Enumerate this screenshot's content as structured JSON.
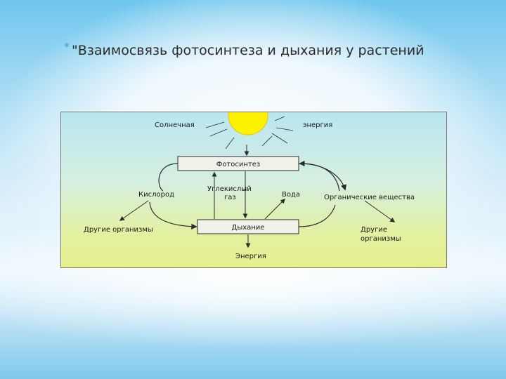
{
  "slide": {
    "bullet": "*",
    "title": "\"Взаимосвязь фотосинтеза и дыхания у растений"
  },
  "diagram": {
    "solar_energy_left": "Солнечная",
    "solar_energy_right": "энергия",
    "photosynthesis": "Фотосинтез",
    "respiration": "Дыхание",
    "oxygen": "Кислород",
    "co2_line1": "Углекислый",
    "co2_line2": "газ",
    "water": "Вода",
    "organic": "Органические вещества",
    "others_left": "Другие организмы",
    "others_right_line1": "Другие",
    "others_right_line2": "организмы",
    "energy_out": "Энергия"
  },
  "colors": {
    "sun": "#fff200",
    "sun_outline": "#e8c400",
    "box_fill": "#f1f1ea",
    "line": "#2a2a2a",
    "accent": "#3a9fd6"
  }
}
